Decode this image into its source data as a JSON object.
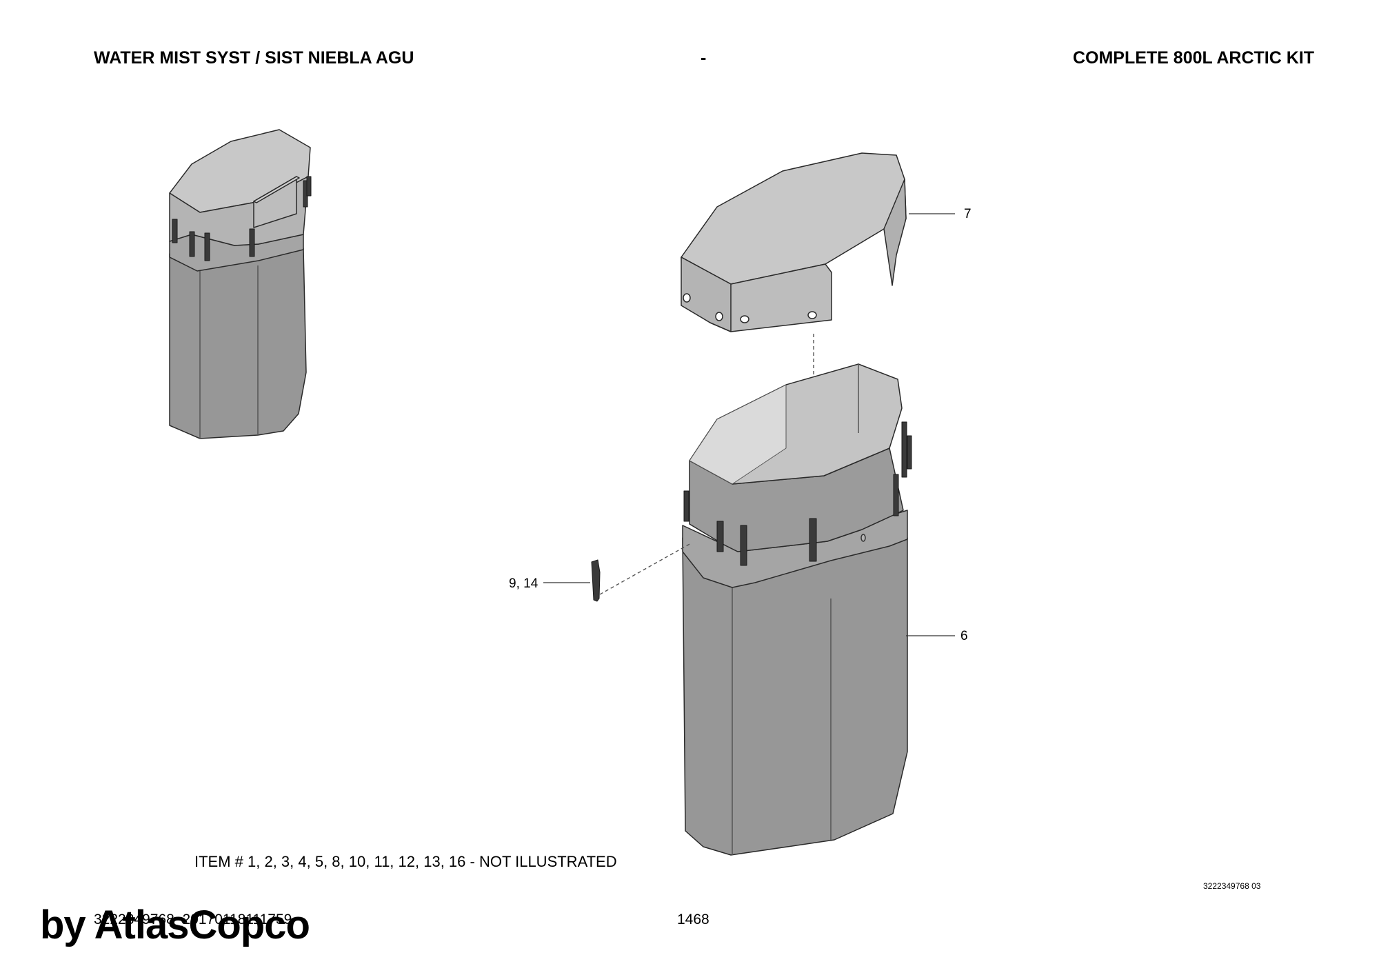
{
  "header": {
    "left_title": "WATER MIST SYST / SIST NIEBLA AGU",
    "center": "-",
    "right_title": "COMPLETE 800L ARCTIC KIT"
  },
  "callouts": {
    "lid": "7",
    "tank": "6",
    "clip": "9, 14"
  },
  "note": "ITEM # 1, 2, 3, 4, 5, 8, 10, 11, 12, 13, 16 - NOT ILLUSTRATED",
  "drawing_number": "3222349768 03",
  "footer": {
    "document_id": "3222349768_20170118111759",
    "page_number": "1468",
    "watermark": "by AtlasCopco"
  },
  "colors": {
    "body_fill": "#979797",
    "lid_fill": "#c8c8c8",
    "band_fill": "#a5a5a5",
    "clip_fill": "#3a3a3a",
    "outline": "#2a2a2a"
  }
}
